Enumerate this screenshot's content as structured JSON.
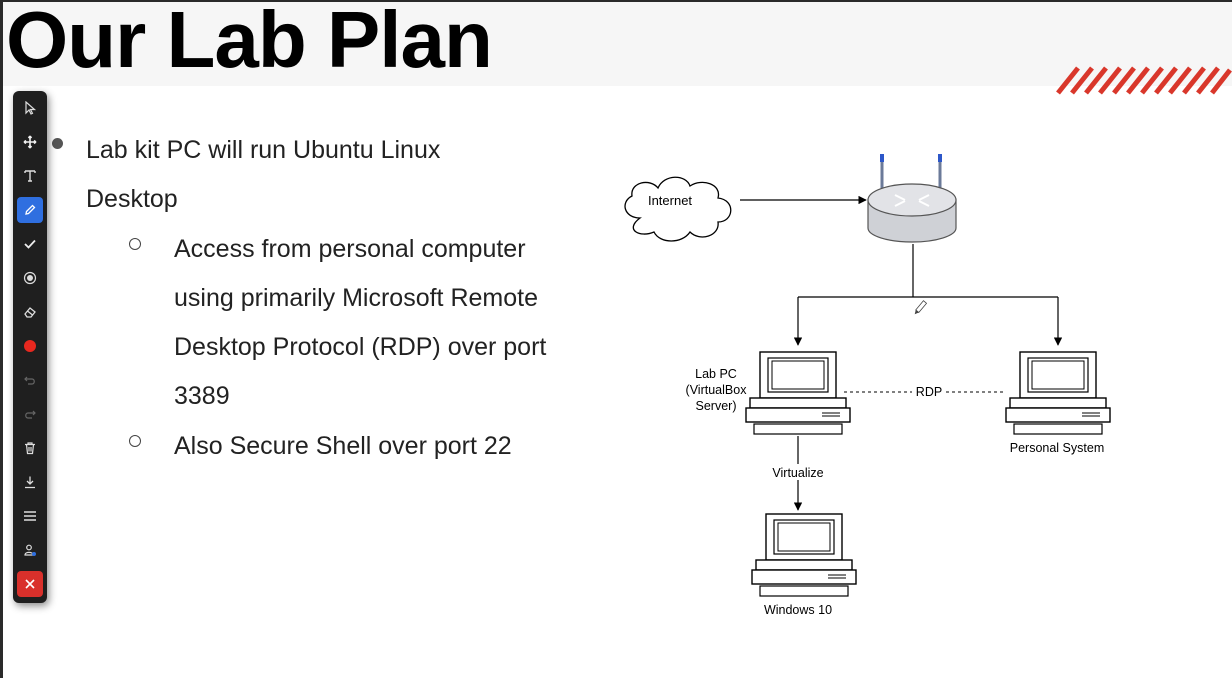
{
  "slide": {
    "title": "Our Lab Plan",
    "bullet_main": "Lab kit PC will run Ubuntu Linux Desktop",
    "sub_bullets": [
      "Access from personal computer using primarily Microsoft Remote Desktop Protocol (RDP) over port 3389",
      "Also Secure Shell over port 22"
    ]
  },
  "diagram": {
    "internet_label": "Internet",
    "lab_pc_label_lines": [
      "Lab PC",
      "(VirtualBox",
      "Server)"
    ],
    "rdp_label": "RDP",
    "personal_system_label": "Personal System",
    "virtualize_label": "Virtualize",
    "windows_label": "Windows 10"
  },
  "toolbar": {
    "tools": [
      "select-arrow-icon",
      "move-icon",
      "text-icon",
      "pen-icon",
      "check-icon",
      "spotlight-icon",
      "eraser-icon",
      "record-dot-icon",
      "undo-icon",
      "redo-icon",
      "trash-icon",
      "download-icon",
      "menu-icon",
      "user-icon",
      "close-icon"
    ],
    "active_tool": "pen-icon"
  },
  "colors": {
    "accent_stripes": "#d9372b",
    "toolbar_active": "#2f6fe0",
    "record": "#e8281f",
    "close": "#d9302b"
  }
}
